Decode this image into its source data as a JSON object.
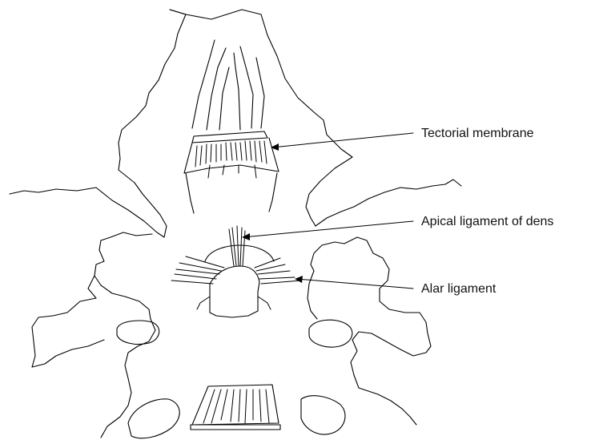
{
  "diagram": {
    "labels": {
      "tectorial": "Tectorial membrane",
      "apical": "Apical ligament of dens",
      "alar": "Alar ligament"
    }
  },
  "colors": {
    "stroke": "#000000",
    "background": "#ffffff"
  }
}
